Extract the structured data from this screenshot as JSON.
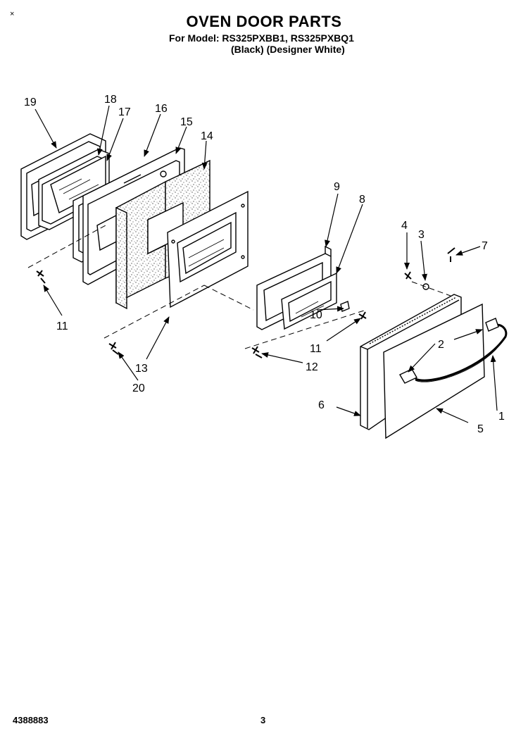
{
  "header": {
    "title": "OVEN DOOR PARTS",
    "model_line": "For Model: RS325PXBB1, RS325PXBQ1",
    "variant_line": "(Black)  (Designer White)",
    "corner_mark": "×"
  },
  "footer": {
    "part_number": "4388883",
    "page_number": "3"
  },
  "callouts": {
    "c1": "1",
    "c2": "2",
    "c3": "3",
    "c4": "4",
    "c5": "5",
    "c6": "6",
    "c7": "7",
    "c8": "8",
    "c9": "9",
    "c10": "10",
    "c11a": "11",
    "c11b": "11",
    "c12": "12",
    "c13": "13",
    "c14": "14",
    "c15": "15",
    "c16": "16",
    "c17": "17",
    "c18": "18",
    "c19": "19",
    "c20": "20"
  }
}
